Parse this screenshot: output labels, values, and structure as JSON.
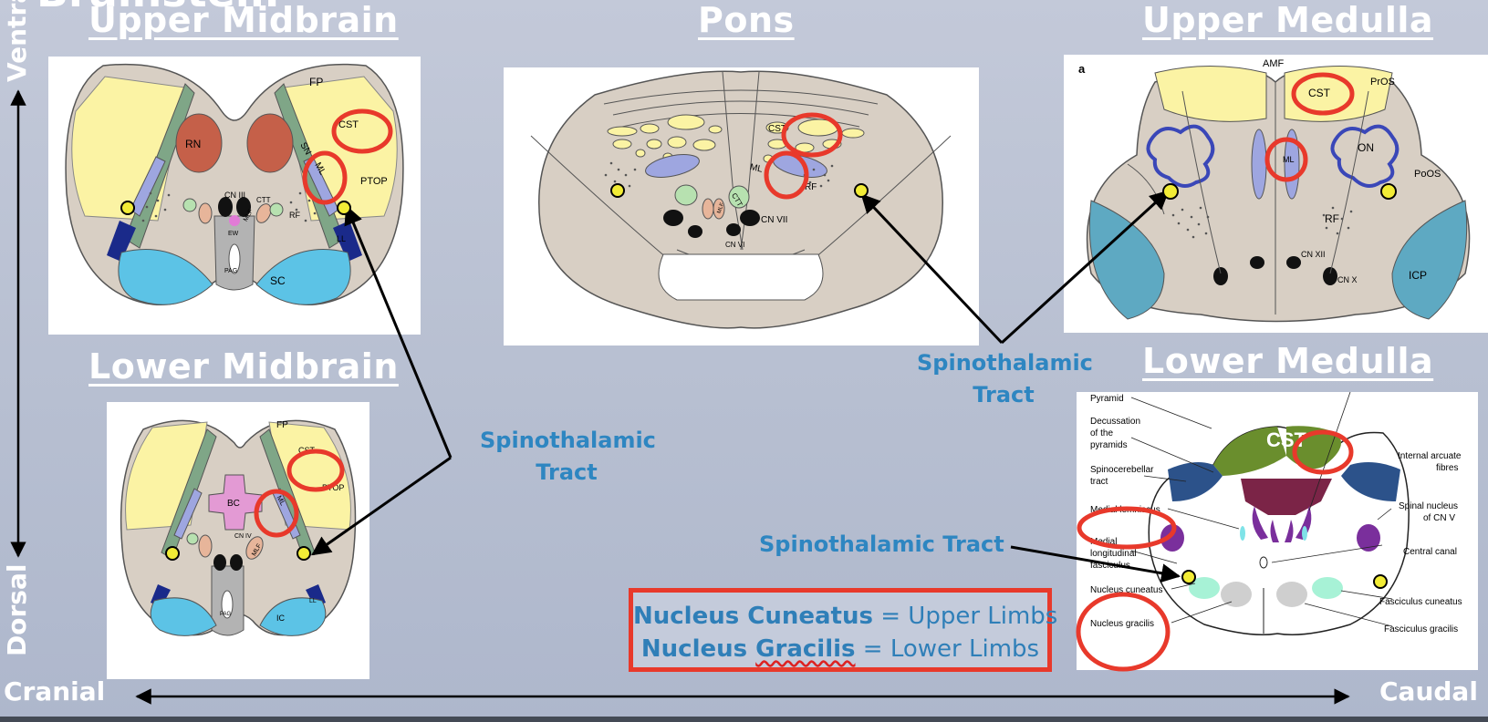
{
  "slide": {
    "clipped_title": "Brainstem",
    "axis_ventral": "Ventral",
    "axis_dorsal": "Dorsal",
    "axis_cranial": "Cranial",
    "axis_caudal": "Caudal"
  },
  "sections": {
    "upper_midbrain": "Upper Midbrain",
    "pons": "Pons",
    "upper_medulla": "Upper Medulla",
    "lower_midbrain": "Lower Midbrain",
    "lower_medulla": "Lower Medulla"
  },
  "callouts": {
    "spinothalamic_1": [
      "Spinothalamic",
      "Tract"
    ],
    "spinothalamic_2": [
      "Spinothalamic",
      "Tract"
    ],
    "spinothalamic_3": "Spinothalamic Tract"
  },
  "note": {
    "line1_bold": "Nucleus Cuneatus",
    "line1_rest": " = Upper Limbs",
    "line2_bold_a": "Nucleus ",
    "line2_bold_b": "Gracilis",
    "line2_rest": " = Lower Limbs"
  },
  "labels": {
    "upper_midbrain": {
      "fp": "FP",
      "rn": "RN",
      "cst": "CST",
      "sn": "SN",
      "ml": "ML",
      "ptop": "PTOP",
      "cn3": "CN III",
      "ctt": "CTT",
      "mlf": "MLF",
      "rf": "RF",
      "ew": "EW",
      "pag": "PAG",
      "ll": "LL",
      "sc": "SC"
    },
    "lower_midbrain": {
      "fp": "FP",
      "cst": "CST",
      "bc": "BC",
      "ml": "ML",
      "ptop": "PTOP",
      "cn4": "CN IV",
      "mlf": "MLF",
      "pag": "PAG",
      "ll": "LL",
      "ic": "IC"
    },
    "pons": {
      "cst": "CST",
      "ml": "ML",
      "ctt": "CTT",
      "mlf": "MLF",
      "rf": "RF",
      "cn7": "CN VII",
      "cn6": "CN VI"
    },
    "upper_medulla": {
      "panel_letter": "a",
      "amf": "AMF",
      "cst": "CST",
      "pros": "PrOS",
      "on": "ON",
      "ml": "ML",
      "poos": "PoOS",
      "rf": "RF",
      "cn12": "CN XII",
      "cn10": "CN X",
      "icp": "ICP"
    },
    "lower_medulla": {
      "cst": "CST",
      "pyramid": "Pyramid",
      "decussation": [
        "Decussation",
        "of the",
        "pyramids"
      ],
      "spinocerebellar": [
        "Spinocerebellar",
        "tract"
      ],
      "medial_lemniscus": "Medial lemniscus",
      "mlf": [
        "Medial",
        "longitudinal",
        "fasciculus"
      ],
      "nucleus_cuneatus": "Nucleus cuneatus",
      "nucleus_gracilis": "Nucleus gracilis",
      "internal_arcuate": [
        "Internal arcuate",
        "fibres"
      ],
      "spinal_nucleus": [
        "Spinal nucleus",
        "of CN V"
      ],
      "central_canal": "Central canal",
      "fasciculus_cuneatus": "Fasciculus cuneatus",
      "fasciculus_gracilis": "Fasciculus gracilis"
    }
  },
  "colors": {
    "cream": "#fbf3a4",
    "tissue": "#d8cfc4",
    "tract_green": "#7fa687",
    "ml_blue": "#9ea6e0",
    "circle_red": "#e8392b",
    "callout_blue": "#2e86c1"
  }
}
